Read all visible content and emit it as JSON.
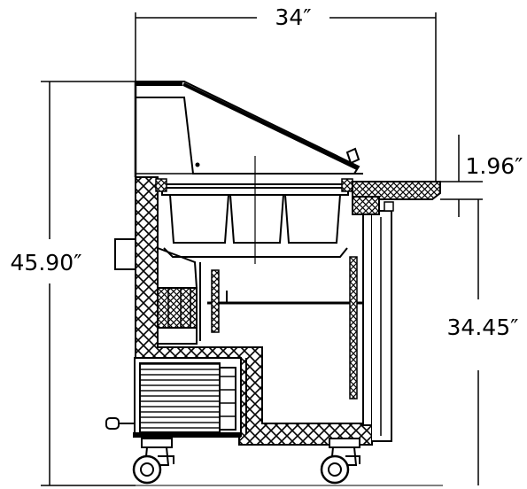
{
  "colors": {
    "line": "#000000",
    "background": "#ffffff"
  },
  "dimensions": {
    "width": "34″",
    "total_height": "45.90″",
    "work_surface_height": "34.45″",
    "cutting_board_thickness": "1.96″"
  }
}
